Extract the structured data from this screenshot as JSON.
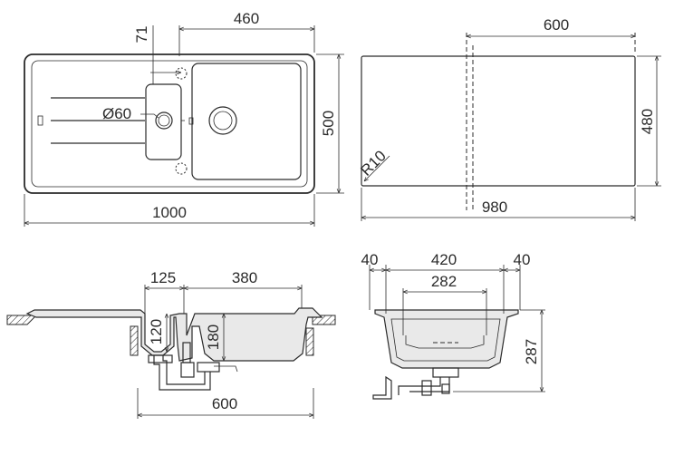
{
  "dimensions": {
    "top_view": {
      "width_total": "1000",
      "width_bowl_offset": "460",
      "depth": "500",
      "tap_hole_offset": "71",
      "drain_diameter": "Ø60"
    },
    "cutout": {
      "width_inner": "600",
      "width": "980",
      "depth": "480",
      "corner_radius": "R10"
    },
    "side_section": {
      "drainer_step": "125",
      "bowl_width": "380",
      "small_bowl_depth": "120",
      "bowl_depth": "180",
      "cabinet": "600"
    },
    "front_section": {
      "rim_left": "40",
      "width_inner": "420",
      "rim_right": "40",
      "bottom_width": "282",
      "height": "287"
    }
  }
}
